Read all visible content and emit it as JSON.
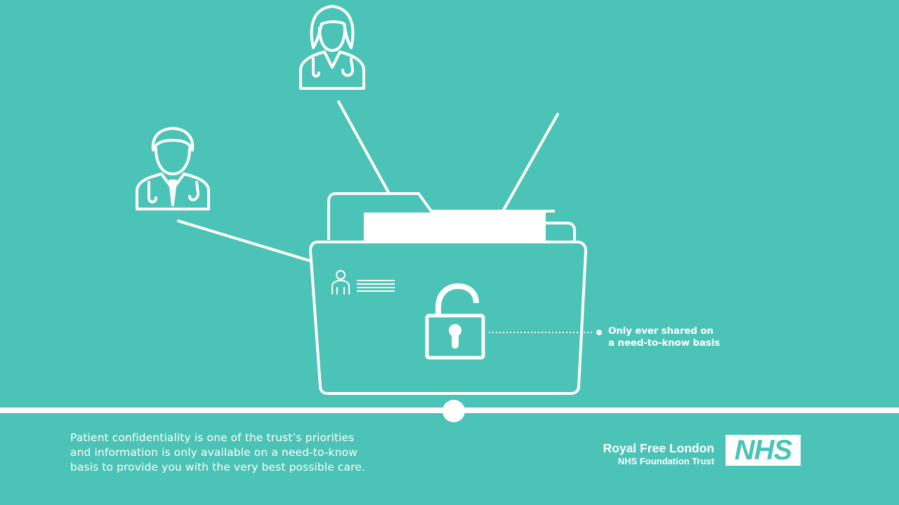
{
  "colors": {
    "background": "#4bc3b7",
    "foreground": "#ffffff"
  },
  "illustration": {
    "icons": [
      "female-doctor-icon",
      "male-doctor-icon",
      "patient-record-folder-icon",
      "patient-icon",
      "unlocked-padlock-icon"
    ]
  },
  "callout": {
    "line1": "Only ever shared on",
    "line2": "a need-to-know basis"
  },
  "caption": {
    "line1": "Patient confidentiality is one of the trust’s priorities",
    "line2": "and information is only available on a need-to-know",
    "line3": "basis to provide you with the very best possible care."
  },
  "brand": {
    "title": "Royal Free London",
    "subtitle": "NHS Foundation Trust",
    "logo_text": "NHS"
  }
}
